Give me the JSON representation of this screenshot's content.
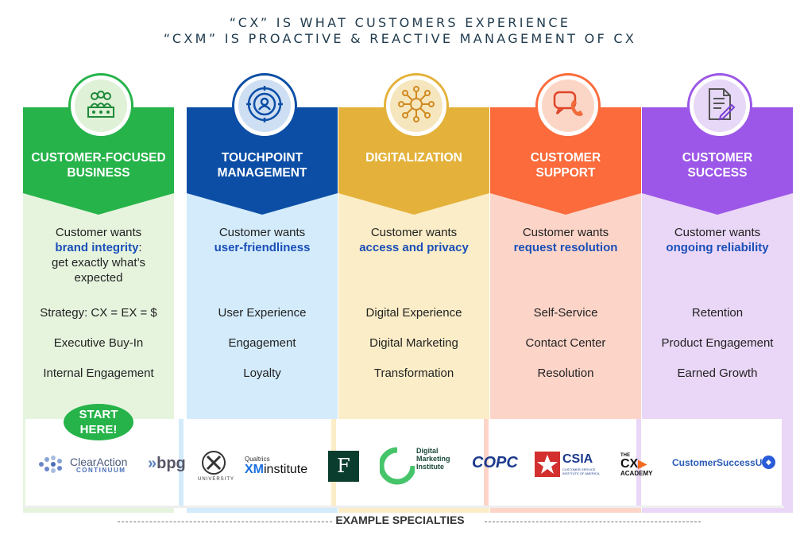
{
  "title": {
    "line1": "“CX” IS WHAT CUSTOMERS EXPERIENCE",
    "line2": "“CXM” IS PROACTIVE & REACTIVE MANAGEMENT OF CX"
  },
  "columns": [
    {
      "header1": "CUSTOMER-FOCUSED",
      "header2": "BUSINESS",
      "want_prefix": "Customer wants",
      "want_highlight": "brand integrity",
      "want_suffix": ":",
      "want_extra1": "get exactly what’s",
      "want_extra2": "expected",
      "items": [
        "Strategy: CX = EX = $",
        "Executive Buy-In",
        "Internal Engagement"
      ],
      "color": "#26b34a",
      "light": "#e6f4de",
      "icon": "team-icon"
    },
    {
      "header1": "TOUCHPOINT",
      "header2": "MANAGEMENT",
      "want_prefix": "Customer wants",
      "want_highlight": "user-friendliness",
      "items": [
        "User Experience",
        "Engagement",
        "Loyalty"
      ],
      "color": "#0c4ea6",
      "light": "#d3ebfb",
      "icon": "target-user-icon"
    },
    {
      "header1": "DIGITALIZATION",
      "header2": "",
      "want_prefix": "Customer wants",
      "want_highlight": "access and privacy",
      "items": [
        "Digital Experience",
        "Digital Marketing",
        "Transformation"
      ],
      "color": "#e4b23b",
      "light": "#fbedc7",
      "icon": "network-icon"
    },
    {
      "header1": "CUSTOMER",
      "header2": "SUPPORT",
      "want_prefix": "Customer wants",
      "want_highlight": "request resolution",
      "items": [
        "Self-Service",
        "Contact Center",
        "Resolution"
      ],
      "color": "#fb6b3b",
      "light": "#fdd5c8",
      "icon": "phone-chat-icon"
    },
    {
      "header1": "CUSTOMER",
      "header2": "SUCCESS",
      "want_prefix": "Customer wants",
      "want_highlight": "ongoing reliability",
      "items": [
        "Retention",
        "Product Engagement",
        "Earned Growth"
      ],
      "color": "#9c57e8",
      "light": "#ead7f7",
      "icon": "document-icon"
    }
  ],
  "start_label1": "START",
  "start_label2": "HERE!",
  "logos": {
    "clearaction1": "ClearAction",
    "clearaction2": "CONTINUUM",
    "bpg": "bpg",
    "cx_univ": "UNIVERSITY",
    "qualtrics": "Qualtrics",
    "xm": "XM",
    "institute": "institute",
    "forrester": "F",
    "dmi1": "Digital",
    "dmi2": "Marketing",
    "dmi3": "Institute",
    "copc": "COPC",
    "csia": "CSIA",
    "csia_sub": "CUSTOMER SERVICE INSTITUTE OF AMERICA",
    "cxacad_the": "THE",
    "cxacad_cx": "CX",
    "cxacad_academy": "ACADEMY",
    "csu": "CustomerSuccessU"
  },
  "footer": "EXAMPLE SPECIALTIES"
}
